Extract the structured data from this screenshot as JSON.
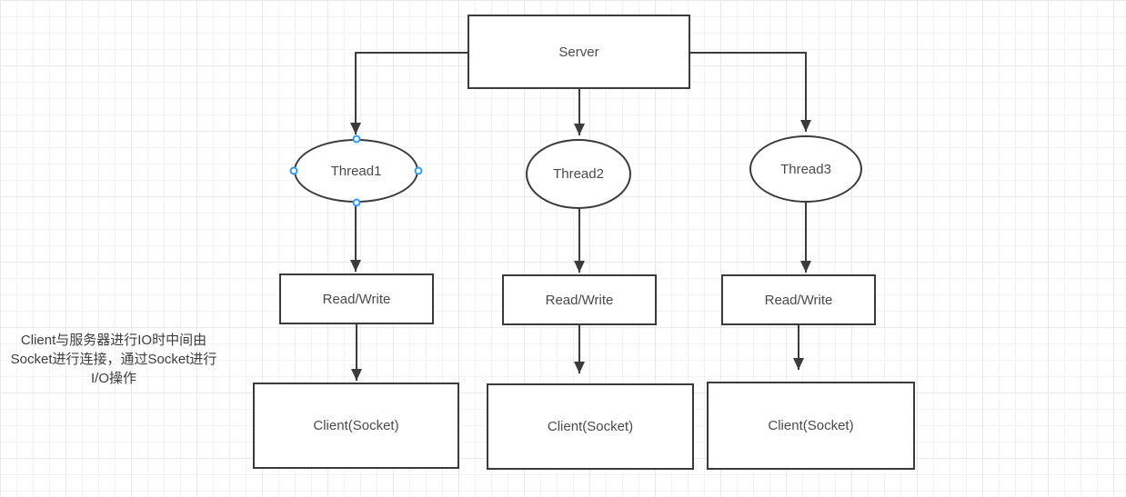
{
  "colors": {
    "stroke": "#3b3b3b",
    "label": "#4a4a4a",
    "node_fill": "#ffffff",
    "handle_blue": "#2d9bf0",
    "grid_minor": "#f2f2f5",
    "grid_major": "#e8e8eb",
    "canvas_bg": "#ffffff"
  },
  "nodes": {
    "server": {
      "label": "Server"
    },
    "thread1": {
      "label": "Thread1"
    },
    "thread2": {
      "label": "Thread2"
    },
    "thread3": {
      "label": "Thread3"
    },
    "readwrite1": {
      "label": "Read/Write"
    },
    "readwrite2": {
      "label": "Read/Write"
    },
    "readwrite3": {
      "label": "Read/Write"
    },
    "client1": {
      "label": "Client(Socket)"
    },
    "client2": {
      "label": "Client(Socket)"
    },
    "client3": {
      "label": "Client(Socket)"
    }
  },
  "annotation": {
    "lines": [
      "Client与服务器进行IO时中间由",
      "Socket进行连接，通过Socket进行",
      "I/O操作"
    ]
  }
}
